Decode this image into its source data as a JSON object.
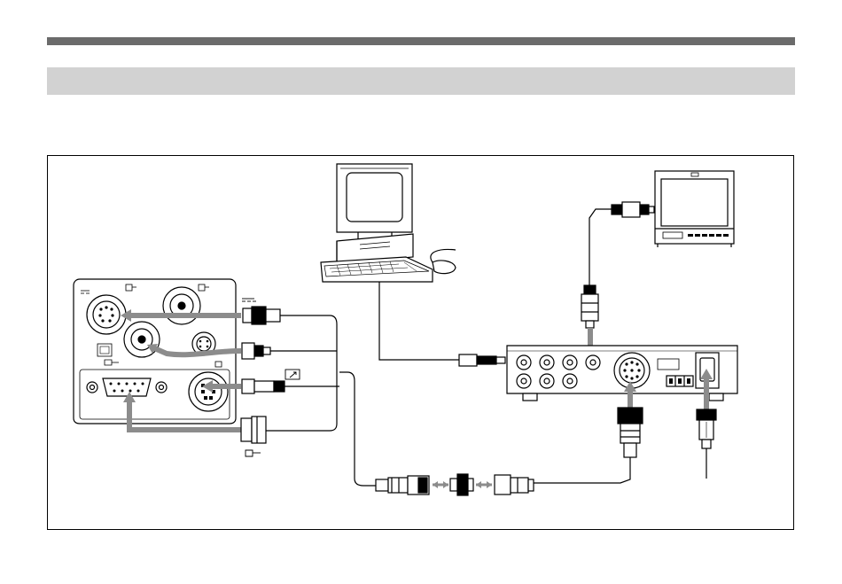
{
  "page": {
    "header_rule_color": "#6b6b6b",
    "section_band_color": "#d2d2d2"
  },
  "diagram": {
    "cable_color": "#000000",
    "gray_cable_color": "#8c8c8c",
    "components": [
      "camera-rear-panel",
      "computer-with-keyboard-and-mouse",
      "video-monitor",
      "camera-adaptor-unit",
      "power-cord-plug",
      "cable-extension-adaptor"
    ]
  }
}
